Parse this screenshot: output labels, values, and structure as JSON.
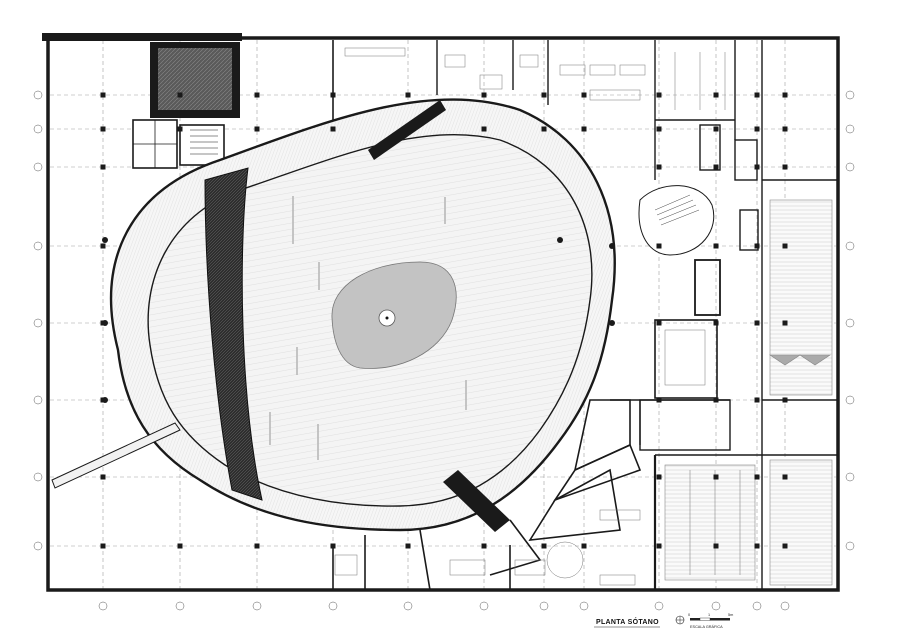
{
  "plan": {
    "title": "PLANTA SÓTANO",
    "scale_label": "ESCALA GRÁFICA",
    "scale_ticks": [
      "0",
      "1",
      "5m"
    ]
  },
  "colors": {
    "wall": "#1a1a1a",
    "grid": "#9a9a9a",
    "hatch_dark": "#3a3a3a",
    "floor_light": "#efefef",
    "center_oval": "#cfcfcf"
  }
}
